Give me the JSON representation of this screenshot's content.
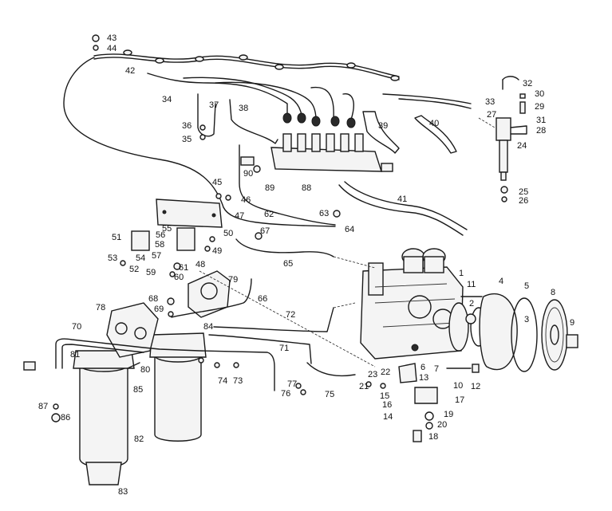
{
  "callouts": [
    "1",
    "2",
    "3",
    "4",
    "5",
    "6",
    "7",
    "8",
    "9",
    "10",
    "11",
    "12",
    "13",
    "14",
    "15",
    "16",
    "17",
    "18",
    "19",
    "20",
    "21",
    "22",
    "23",
    "24",
    "25",
    "26",
    "27",
    "28",
    "29",
    "30",
    "31",
    "32",
    "33",
    "34",
    "35",
    "36",
    "37",
    "38",
    "39",
    "40",
    "41",
    "42",
    "43",
    "44",
    "45",
    "46",
    "47",
    "48",
    "49",
    "50",
    "51",
    "52",
    "53",
    "54",
    "55",
    "56",
    "57",
    "58",
    "59",
    "60",
    "61",
    "62",
    "63",
    "64",
    "65",
    "66",
    "67",
    "68",
    "69",
    "70",
    "71",
    "72",
    "73",
    "74",
    "75",
    "76",
    "77",
    "78",
    "79",
    "80",
    "81",
    "82",
    "83",
    "84",
    "85",
    "86",
    "87",
    "88",
    "89",
    "90"
  ]
}
